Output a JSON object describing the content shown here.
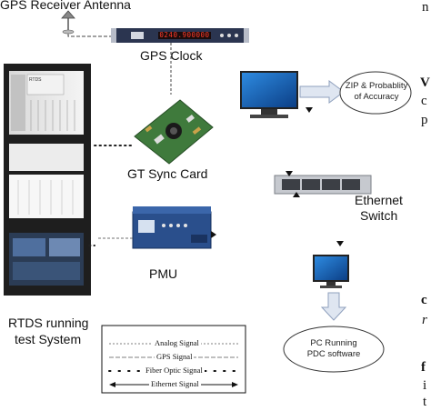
{
  "labels": {
    "gps_antenna": "GPS Receiver Antenna",
    "gps_clock": "GPS Clock",
    "gps_clock_display": "0240.900000",
    "gt_sync_card": "GT Sync Card",
    "pmu": "PMU",
    "rtds_line1": "RTDS running",
    "rtds_line2": "test System",
    "ethernet_line1": "Ethernet",
    "ethernet_line2": "Switch",
    "rack_top_panel": "RTDS",
    "zip_line1": "ZIP & Probablity",
    "zip_line2": "of Accuracy",
    "pdc_line1": "PC Running",
    "pdc_line2": "PDC software"
  },
  "legend": {
    "analog": "Analog Signal",
    "gps": "GPS Signal",
    "fiber": "Fiber Optic Signal",
    "ethernet": "Ethernet Signal"
  },
  "side_text": [
    "n",
    "V",
    "c",
    "p",
    "c",
    "r",
    "f",
    "i",
    "t"
  ],
  "colors": {
    "rack": "#1e1e1e",
    "pmu_blue": "#2a4f8c",
    "pcb_green": "#3f7a3c",
    "monitor_blue": "#1f6fc8",
    "arrow_fill": "#dfe6f1"
  }
}
